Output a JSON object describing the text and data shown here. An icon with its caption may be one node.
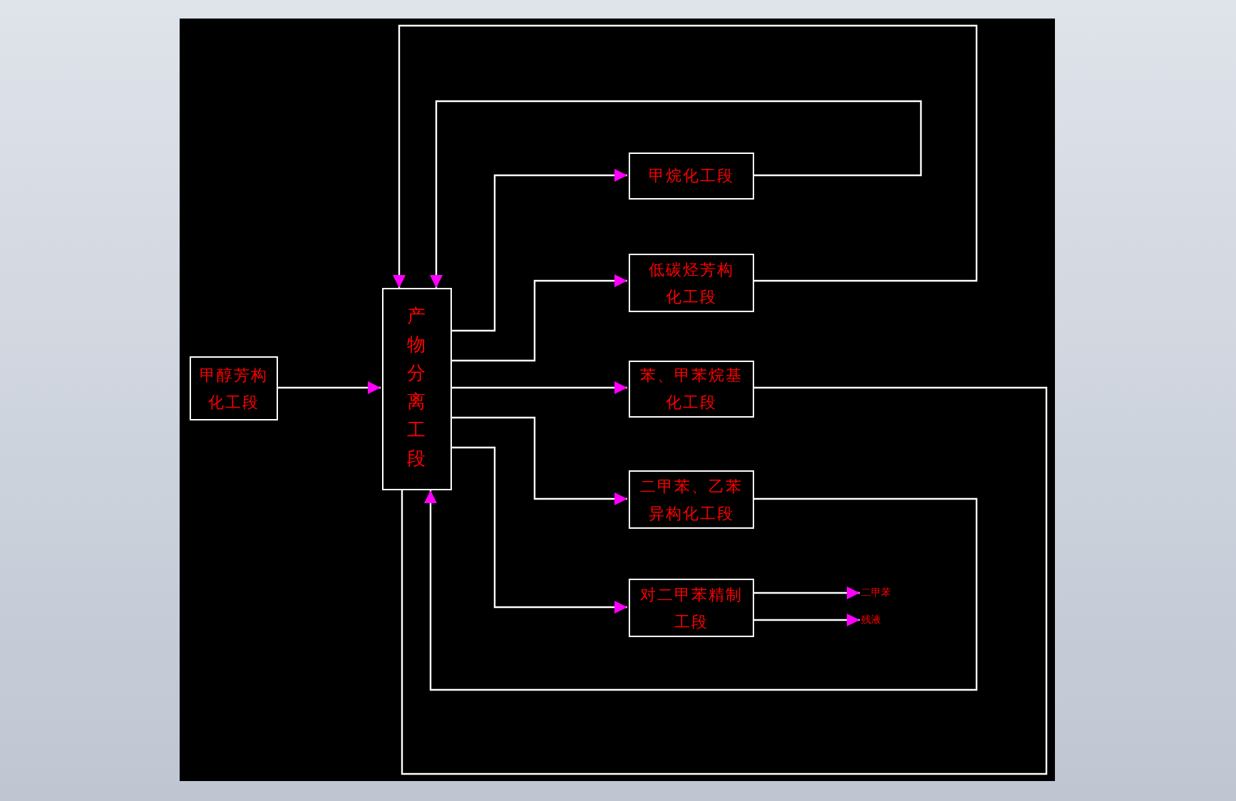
{
  "diagram": {
    "nodes": [
      {
        "text": [
          "甲醇芳构化工段"
        ]
      },
      {
        "text": [
          "产物分离工段"
        ]
      },
      {
        "text": [
          "甲烷化工段"
        ]
      },
      {
        "text": [
          "低碳烃芳构化工段"
        ]
      },
      {
        "text": [
          "苯、甲苯烷基化工段"
        ]
      },
      {
        "text": [
          "二甲苯、乙苯异构化工段"
        ]
      },
      {
        "text": [
          "对二甲苯精制工段"
        ]
      },
      {
        "text": [
          "二甲苯"
        ]
      },
      {
        "text": [
          "残液"
        ]
      }
    ],
    "edges": [
      {
        "from": 0,
        "to": 1,
        "arrow": "to"
      },
      {
        "from": 1,
        "to": 2,
        "arrow": "to"
      },
      {
        "from": 1,
        "to": 3,
        "arrow": "to"
      },
      {
        "from": 1,
        "to": 4,
        "arrow": "to"
      },
      {
        "from": 1,
        "to": 5,
        "arrow": "to"
      },
      {
        "from": 1,
        "to": 6,
        "arrow": "to"
      },
      {
        "from": 2,
        "to": 1,
        "arrow": "to"
      },
      {
        "from": 3,
        "to": 1,
        "arrow": "to"
      },
      {
        "from": 4,
        "to": 1,
        "arrow": "none"
      },
      {
        "from": 5,
        "to": 1,
        "arrow": "to"
      },
      {
        "from": 6,
        "to": 7,
        "arrow": "to"
      },
      {
        "from": 6,
        "to": 8,
        "arrow": "to"
      }
    ]
  }
}
